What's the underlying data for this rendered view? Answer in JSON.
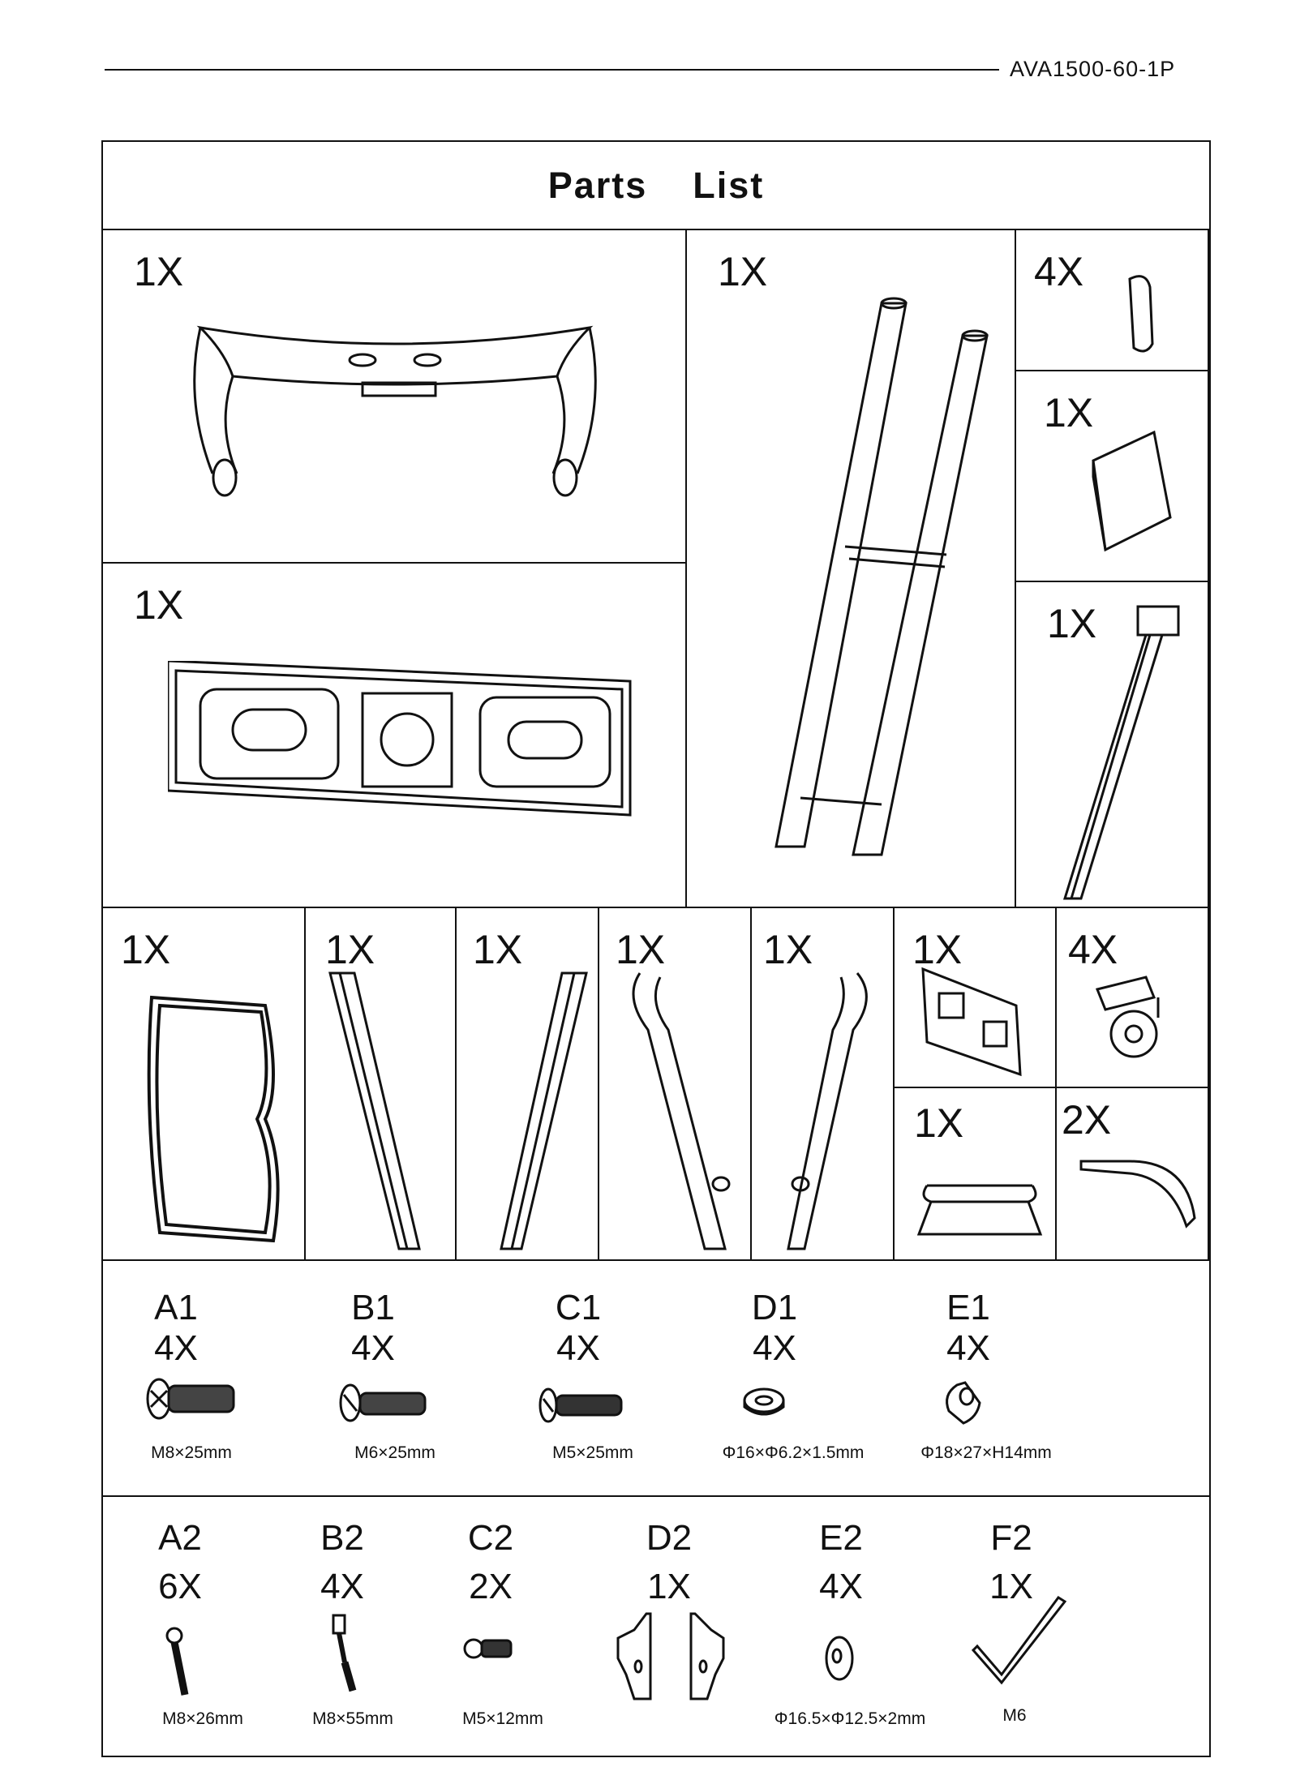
{
  "header": {
    "doc_id": "AVA1500-60-1P"
  },
  "title": {
    "word1": "Parts",
    "word2": "List"
  },
  "parts": [
    {
      "id": "base-frame",
      "qty": "1X"
    },
    {
      "id": "upright-columns",
      "qty": "1X"
    },
    {
      "id": "end-caps",
      "qty": "4X"
    },
    {
      "id": "bracket-plate",
      "qty": "1X"
    },
    {
      "id": "tv-mount-plate",
      "qty": "1X"
    },
    {
      "id": "cable-cover",
      "qty": "1X"
    },
    {
      "id": "shelf-frame",
      "qty": "1X"
    },
    {
      "id": "left-vertical-arm",
      "qty": "1X"
    },
    {
      "id": "right-vertical-arm",
      "qty": "1X"
    },
    {
      "id": "left-clamp-arm",
      "qty": "1X"
    },
    {
      "id": "right-clamp-arm",
      "qty": "1X"
    },
    {
      "id": "mount-bracket",
      "qty": "1X"
    },
    {
      "id": "casters",
      "qty": "4X"
    },
    {
      "id": "shelf-support",
      "qty": "1X"
    },
    {
      "id": "strap-clamp",
      "qty": "2X"
    }
  ],
  "hardware_row1": [
    {
      "code": "A1",
      "qty": "4X",
      "spec": "M8×25mm"
    },
    {
      "code": "B1",
      "qty": "4X",
      "spec": "M6×25mm"
    },
    {
      "code": "C1",
      "qty": "4X",
      "spec": "M5×25mm"
    },
    {
      "code": "D1",
      "qty": "4X",
      "spec": "Φ16×Φ6.2×1.5mm"
    },
    {
      "code": "E1",
      "qty": "4X",
      "spec": "Φ18×27×H14mm"
    }
  ],
  "hardware_row2": [
    {
      "code": "A2",
      "qty": "6X",
      "spec": "M8×26mm"
    },
    {
      "code": "B2",
      "qty": "4X",
      "spec": "M8×55mm"
    },
    {
      "code": "C2",
      "qty": "2X",
      "spec": "M5×12mm"
    },
    {
      "code": "D2",
      "qty": "1X"
    },
    {
      "code": "E2",
      "qty": "4X",
      "spec": "Φ16.5×Φ12.5×2mm"
    },
    {
      "code": "F2",
      "qty": "1X",
      "spec": "M6"
    }
  ]
}
